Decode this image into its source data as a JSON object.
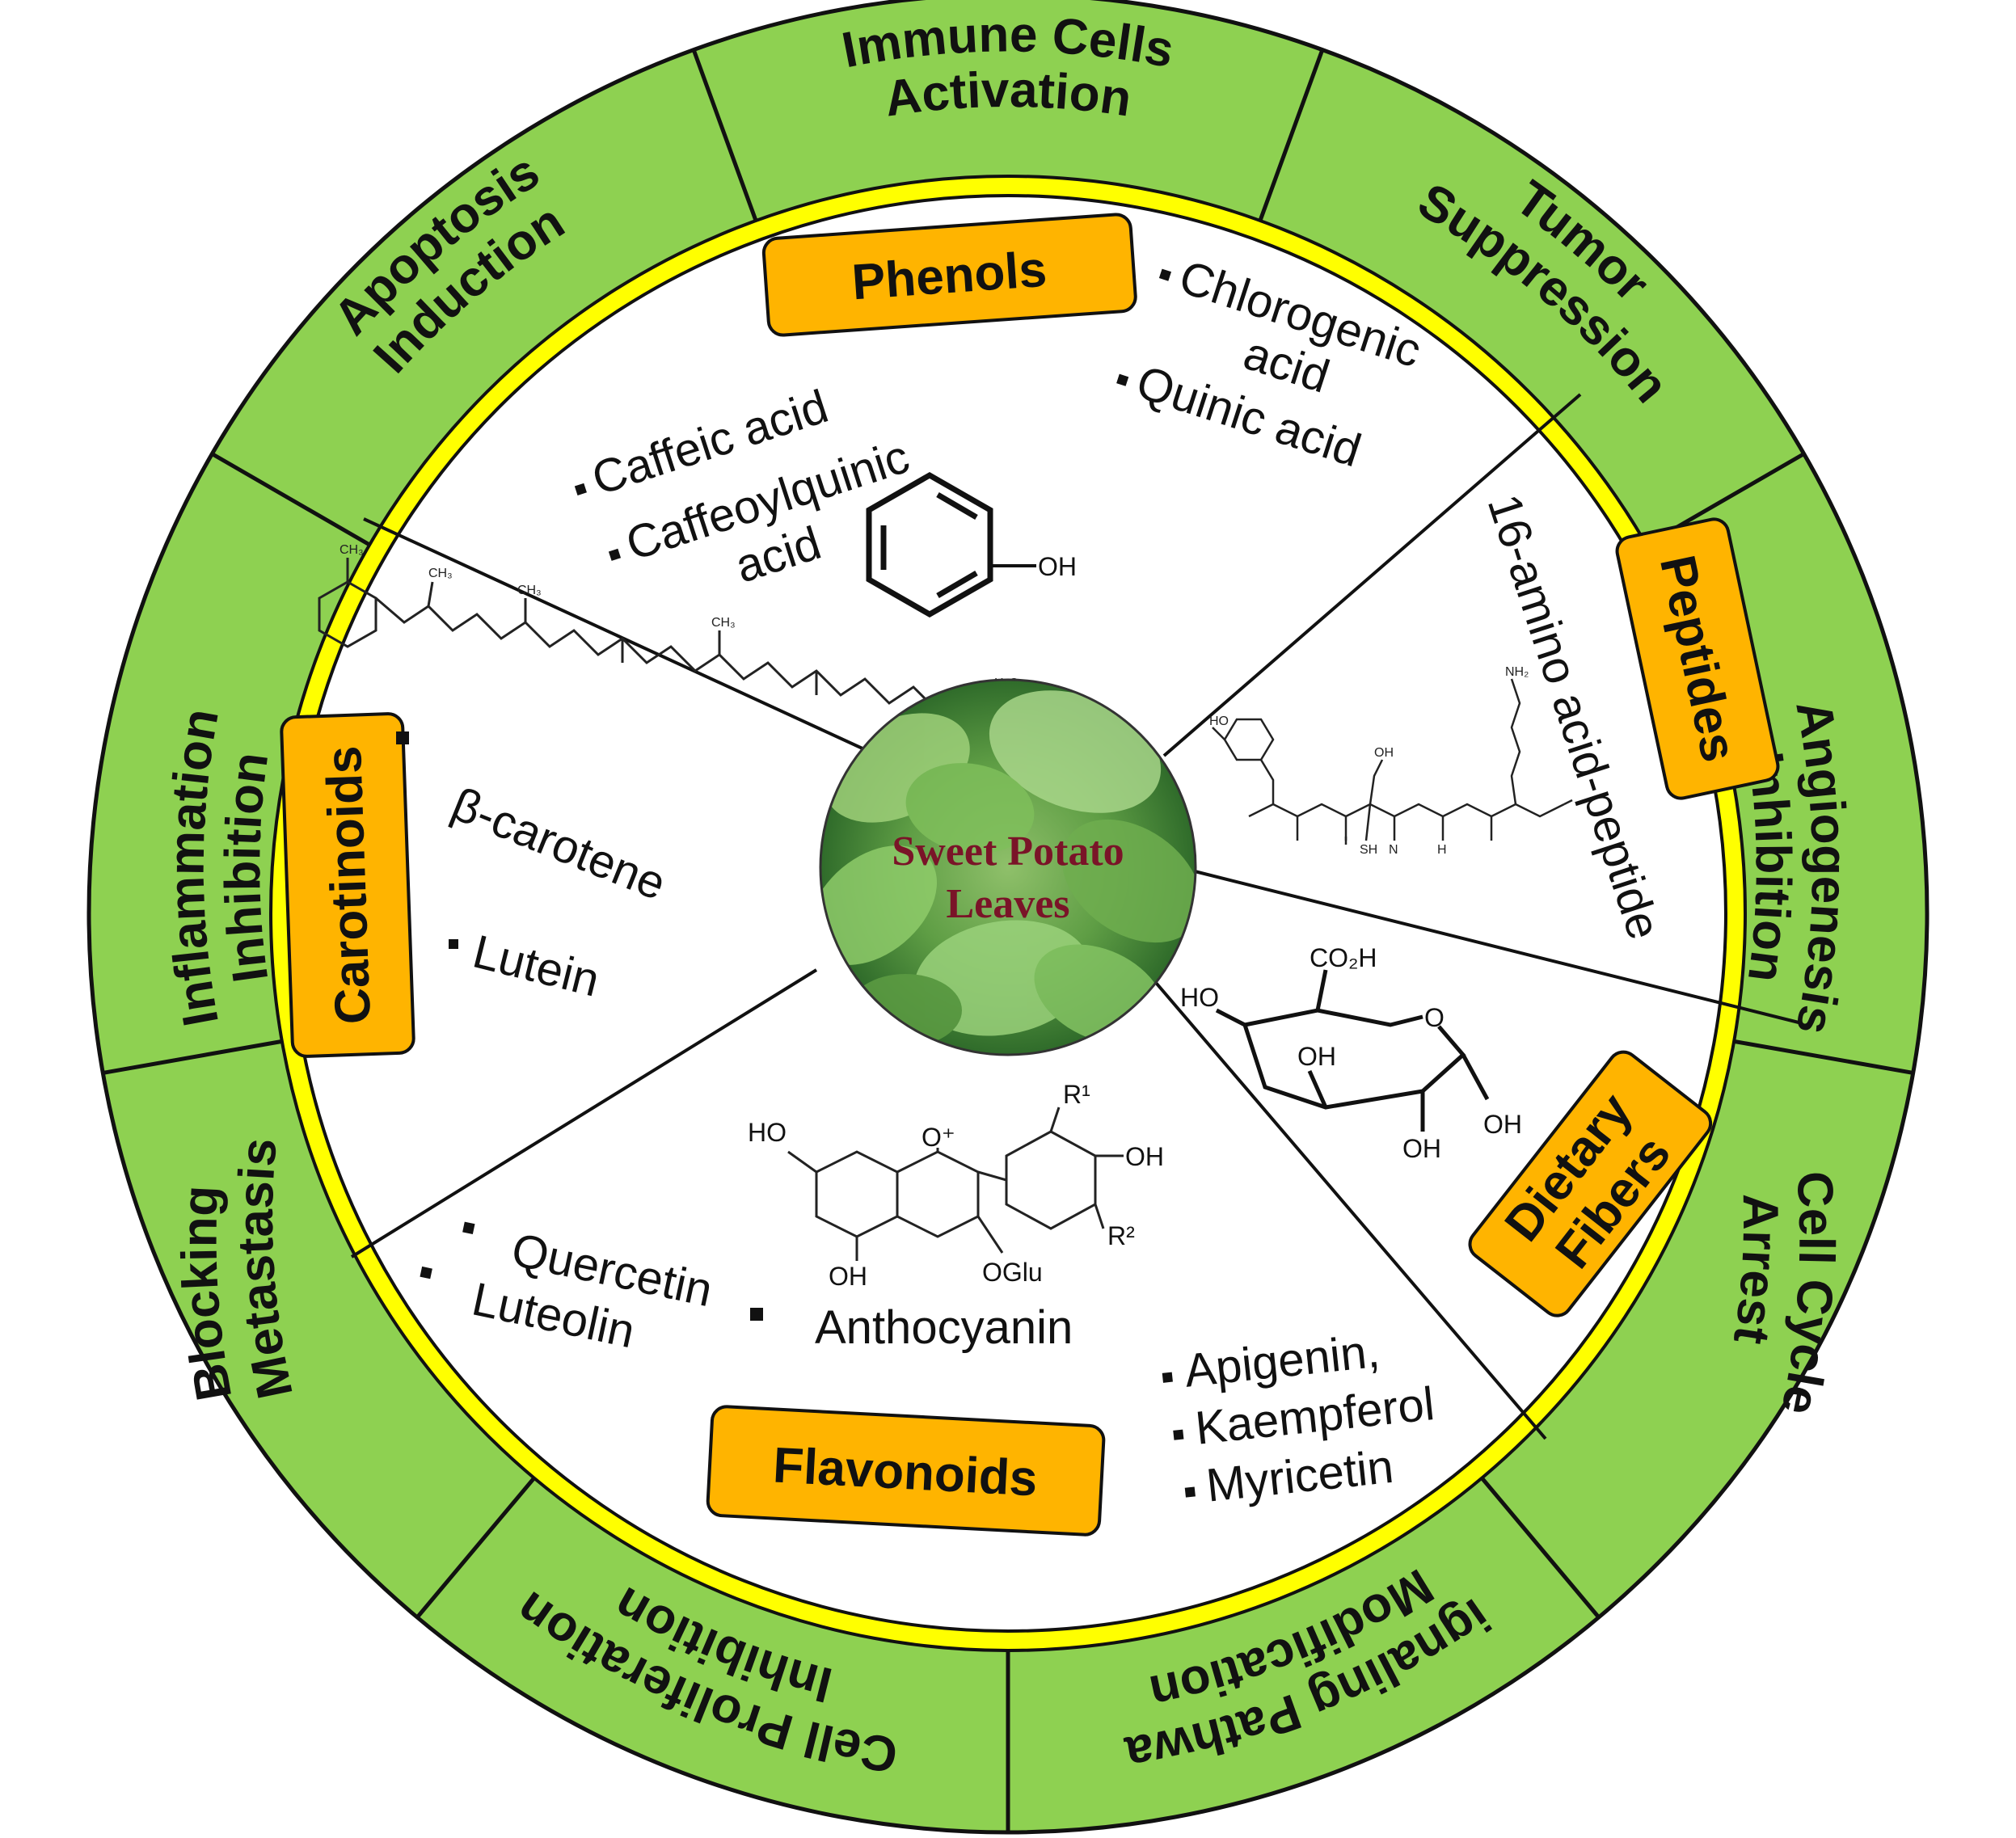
{
  "center": {
    "line1": "Sweet Potato",
    "line2": "Leaves"
  },
  "outer_ring": [
    {
      "key": "immune",
      "line1": "Immune Cells",
      "line2": "Activation"
    },
    {
      "key": "tumor",
      "line1": "Tumor",
      "line2": "Suppression"
    },
    {
      "key": "angio",
      "line1": "Angiogenesis",
      "line2": "Inhibition"
    },
    {
      "key": "cellcycle",
      "line1": "Cell Cycle",
      "line2": "Arrest"
    },
    {
      "key": "signaling",
      "line1": "Signaling Pathway",
      "line2": "Modification"
    },
    {
      "key": "prolif",
      "line1": "Cell Proliferation",
      "line2": "Inhibition"
    },
    {
      "key": "metastasis",
      "line1": "Blocking",
      "line2": "Metastasis"
    },
    {
      "key": "inflam",
      "line1": "Inflammation",
      "line2": "Inhibition"
    },
    {
      "key": "apoptosis",
      "line1": "Apoptosis",
      "line2": "Induction"
    }
  ],
  "categories": {
    "phenols": "Phenols",
    "peptides": "Peptides",
    "fibers": {
      "line1": "Dietary",
      "line2": "Fibers"
    },
    "flavonoids": "Flavonoids",
    "carotenoids": "Carotinoids"
  },
  "compounds": {
    "phenols_left": {
      "caffeic": "Caffeic acid",
      "caffeoyl_1": "Caffeoylquinic",
      "caffeoyl_2": "acid"
    },
    "phenols_right": {
      "chloro_1": "Chlorogenic",
      "chloro_2": "acid",
      "quinic": "Quinic acid"
    },
    "peptides": "16-amino acid-peptide",
    "carotenoids": {
      "beta": "β-carotene",
      "lutein": "Lutein"
    },
    "flavonoids_left": {
      "quercetin": "Quercetin",
      "luteolin": "Luteolin"
    },
    "flavonoids_mid": "Anthocyanin",
    "flavonoids_right": {
      "apigenin": "Apigenin,",
      "kaempferol": "Kaempferol",
      "myricetin": "Myricetin"
    }
  },
  "chem_labels": {
    "oh": "OH",
    "ho": "HO",
    "co2h": "CO₂H",
    "o": "O",
    "o_plus": "O⁺",
    "oglu": "OGlu",
    "r1": "R¹",
    "r2": "R²",
    "ch3": "CH₃",
    "h3c": "H₃C",
    "nh2": "NH₂",
    "sh": "SH",
    "h": "H",
    "n": "N"
  },
  "colors": {
    "ring_green": "#8ed151",
    "ring_yellow": "#ffff00",
    "tag_orange": "#ffb400",
    "center_text": "#7a1428"
  }
}
